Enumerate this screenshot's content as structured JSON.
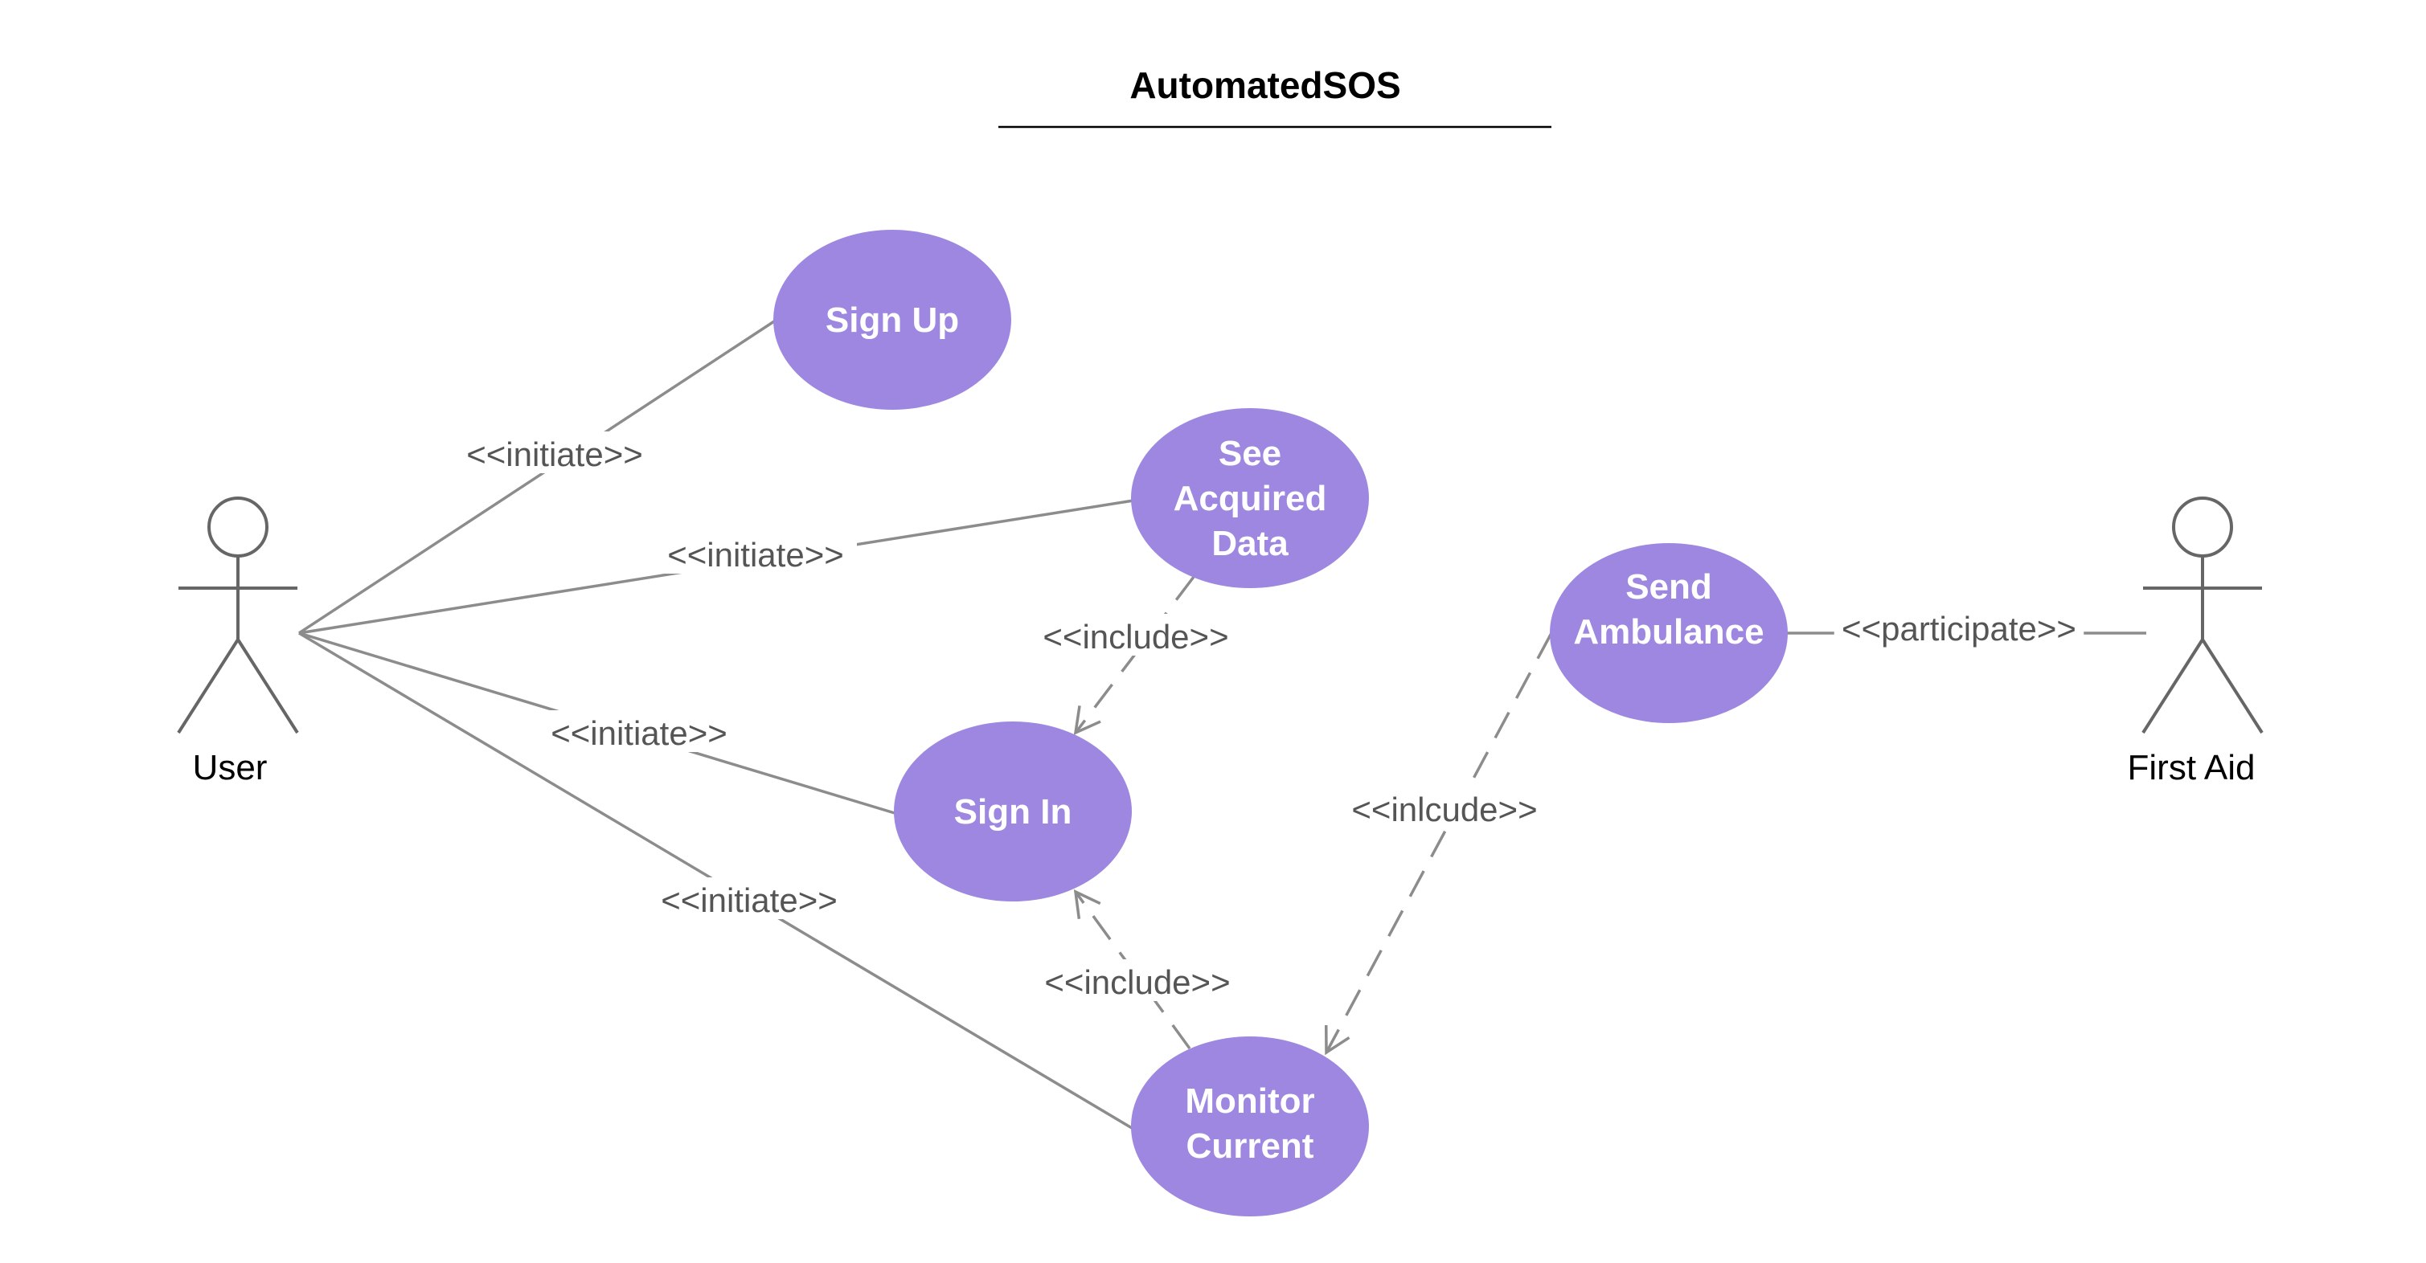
{
  "title": "AutomatedSOS",
  "colors": {
    "use_case_fill": "#9E87E0",
    "use_case_text": "#ffffff",
    "edge_stroke": "#8c8c8c",
    "actor_stroke": "#666666",
    "edge_label_text": "#555555",
    "title_text": "#000000"
  },
  "actors": [
    {
      "id": "user",
      "label": "User"
    },
    {
      "id": "first-aid",
      "label": "First Aid"
    }
  ],
  "use_cases": [
    {
      "id": "sign-up",
      "lines": [
        "Sign Up"
      ]
    },
    {
      "id": "see-acquired-data",
      "lines": [
        "See",
        "Acquired",
        "Data"
      ]
    },
    {
      "id": "sign-in",
      "lines": [
        "Sign In"
      ]
    },
    {
      "id": "monitor-current",
      "lines": [
        "Monitor",
        "Current"
      ]
    },
    {
      "id": "send-ambulance",
      "lines": [
        "Send",
        "Ambulance"
      ]
    }
  ],
  "relationships": [
    {
      "id": "user-sign-up",
      "from": "user",
      "to": "sign-up",
      "style": "solid",
      "arrow": false,
      "label": "<<initiate>>"
    },
    {
      "id": "user-see-data",
      "from": "user",
      "to": "see-acquired-data",
      "style": "solid",
      "arrow": false,
      "label": "<<initiate>>"
    },
    {
      "id": "user-sign-in",
      "from": "user",
      "to": "sign-in",
      "style": "solid",
      "arrow": false,
      "label": "<<initiate>>"
    },
    {
      "id": "user-monitor",
      "from": "user",
      "to": "monitor-current",
      "style": "solid",
      "arrow": false,
      "label": "<<initiate>>"
    },
    {
      "id": "see-data-include-sign-in",
      "from": "see-acquired-data",
      "to": "sign-in",
      "style": "dashed",
      "arrow": true,
      "label": "<<include>>"
    },
    {
      "id": "monitor-include-sign-in",
      "from": "monitor-current",
      "to": "sign-in",
      "style": "dashed",
      "arrow": true,
      "label": "<<include>>"
    },
    {
      "id": "ambulance-include-monitor",
      "from": "send-ambulance",
      "to": "monitor-current",
      "style": "dashed",
      "arrow": true,
      "label": "<<inlcude>>"
    },
    {
      "id": "ambulance-participate-first-aid",
      "from": "send-ambulance",
      "to": "first-aid",
      "style": "solid",
      "arrow": false,
      "label": "<<participate>>"
    }
  ]
}
